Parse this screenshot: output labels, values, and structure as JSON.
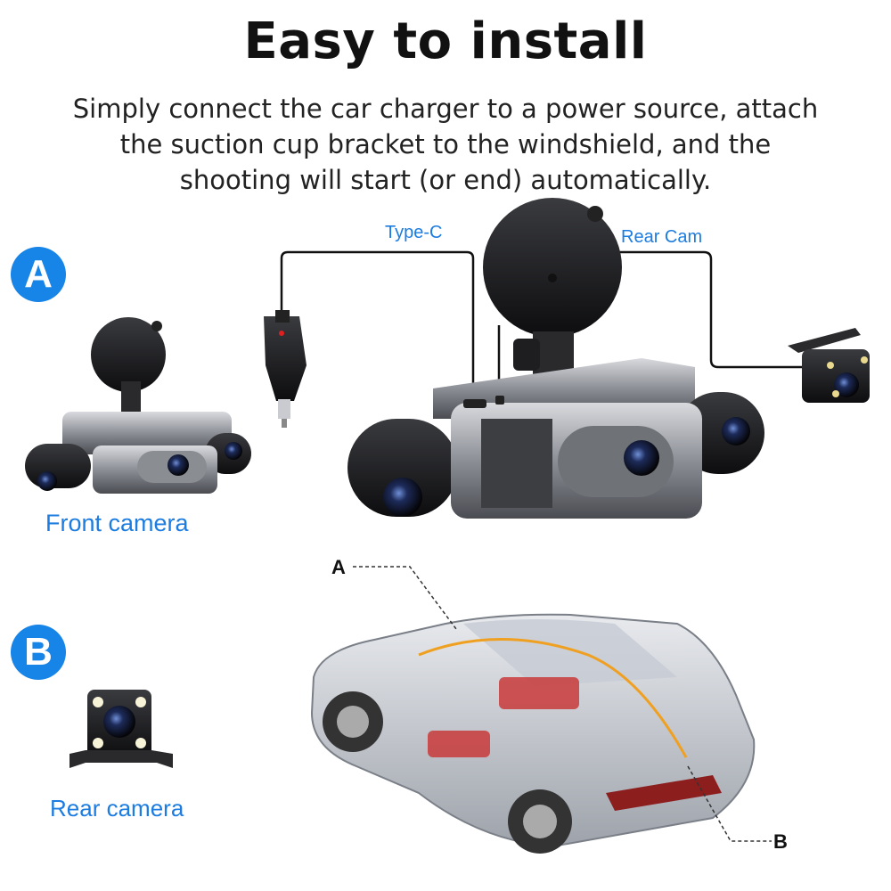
{
  "header": {
    "title": "Easy to install",
    "subtitle_lines": [
      "Simply connect the car charger to a power source, attach",
      "the suction cup bracket to the windshield, and the",
      "shooting will start (or end) automatically."
    ]
  },
  "section_a": {
    "badge": "A",
    "caption": "Front camera",
    "cable_labels": {
      "type_c": "Type-C",
      "rear_cam": "Rear Cam"
    }
  },
  "section_b": {
    "badge": "B",
    "caption": "Rear camera"
  },
  "car_diagram": {
    "callout_a": "A",
    "callout_b": "B"
  },
  "icons": [
    "suction-mount-icon",
    "dashcam-icon",
    "car-charger-icon",
    "rear-camera-icon",
    "car-cutaway-icon"
  ],
  "colors": {
    "accent_blue": "#1784e8",
    "label_blue": "#1c7ce0",
    "wire_orange": "#f0a020"
  }
}
